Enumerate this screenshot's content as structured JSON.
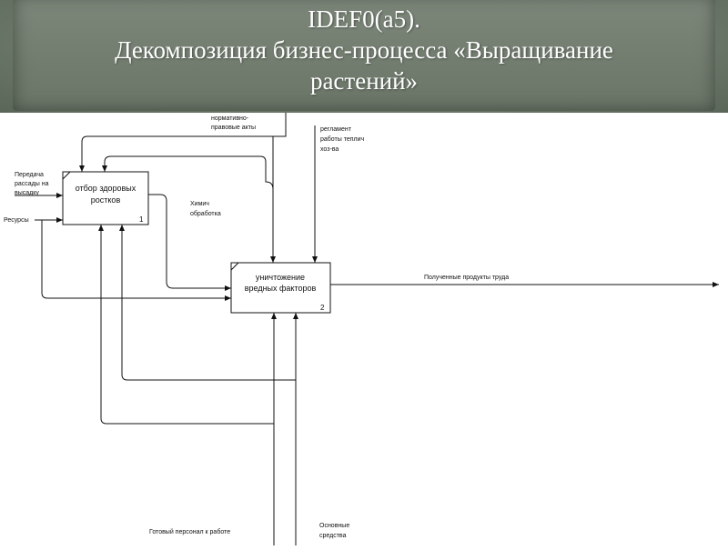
{
  "slide": {
    "title_line1": "IDEF0(а5).",
    "title_line2": "Декомпозиция бизнес-процесса «Выращивание",
    "title_line3": "растений»"
  },
  "diagram": {
    "box1": {
      "label_line1": "отбор здоровых",
      "label_line2": "ростков",
      "number": "1"
    },
    "box2": {
      "label_line1": "уничтожение",
      "label_line2": "вредных факторов",
      "number": "2"
    },
    "labels": {
      "controls_legal_1": "нормативно-",
      "controls_legal_2": "правовые акты",
      "reglament_1": "регламент",
      "reglament_2": "работы теплич",
      "reglament_3": "хоз-ва",
      "input_transfer_1": "Передача",
      "input_transfer_2": "рассады на",
      "input_transfer_3": "высадку",
      "input_resources": "Ресурсы",
      "chem_1": "Химич",
      "chem_2": "обработка",
      "output_products": "Полученные продукты труда",
      "mechanism_staff": "Готовый персонал к работе",
      "mechanism_assets_1": "Основные",
      "mechanism_assets_2": "средства"
    }
  }
}
